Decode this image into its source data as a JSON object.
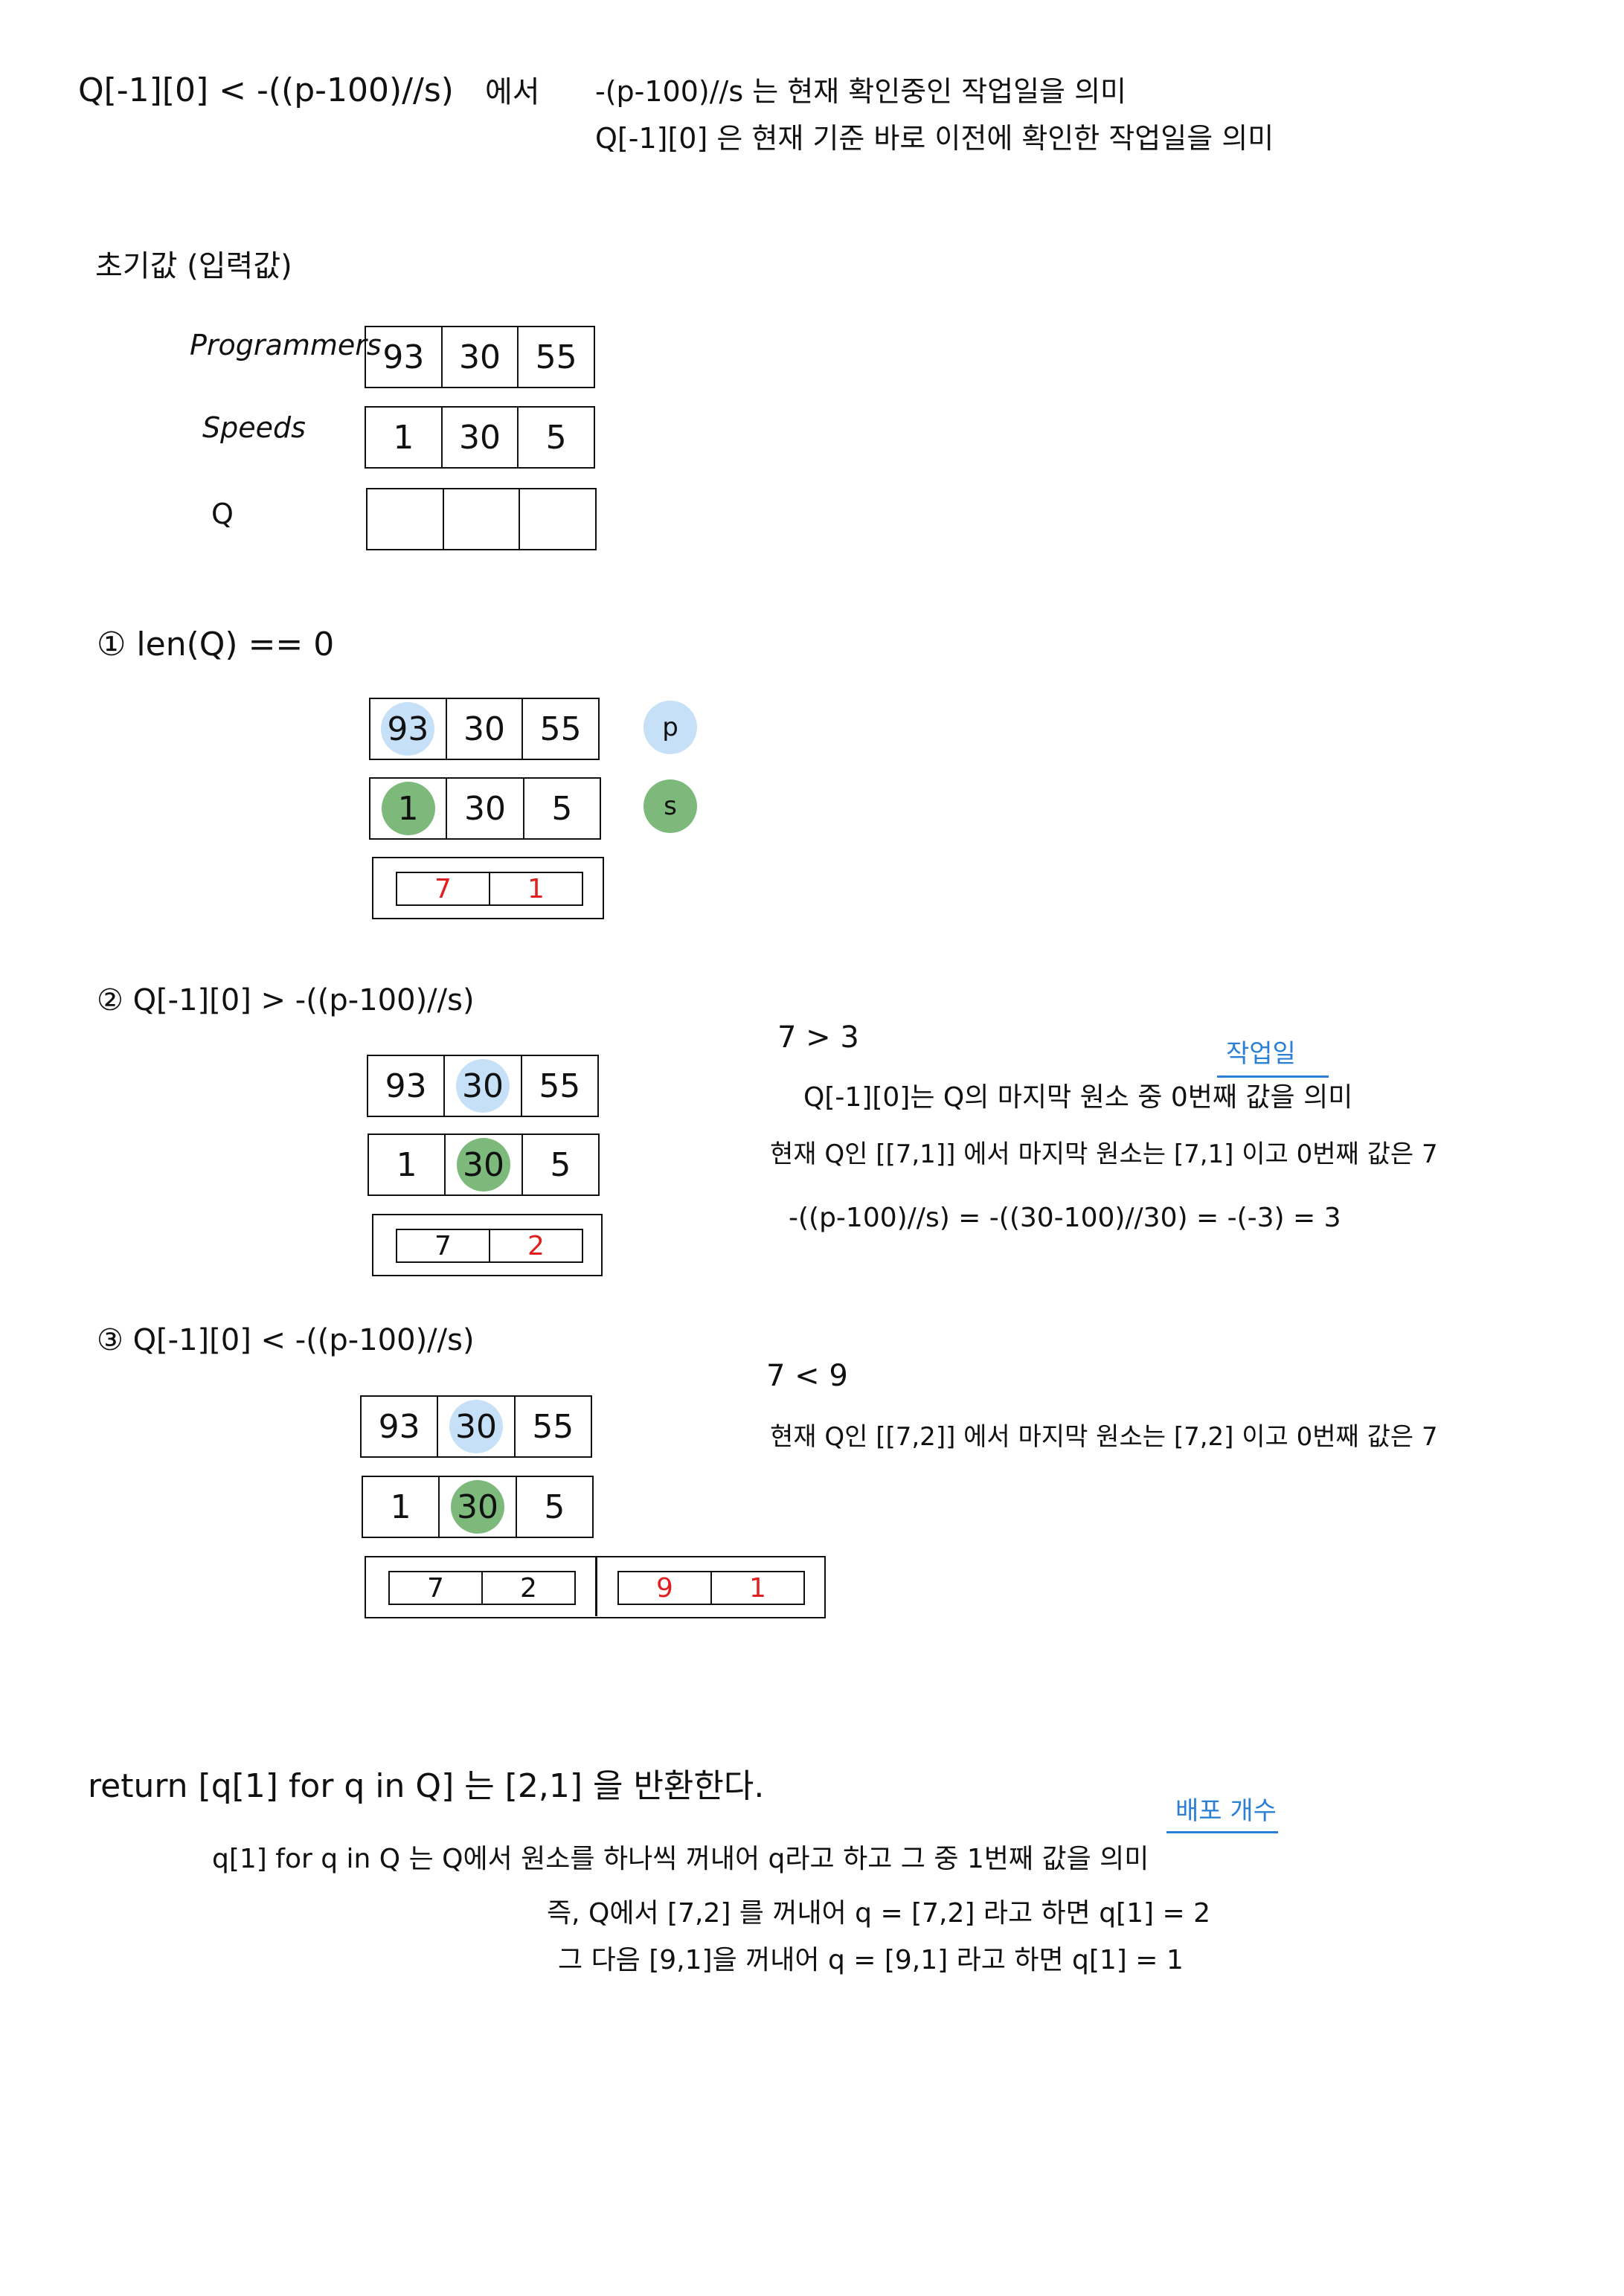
{
  "header": {
    "line1_left": "Q[-1][0] < -((p-100)//s)",
    "line1_mid": "에서",
    "line1_right": "-(p-100)//s 는 현재 확인중인 작업일을 의미",
    "line2": "Q[-1][0] 은 현재 기준 바로 이전에 확인한 작업일을 의미"
  },
  "init": {
    "title": "초기값 (입력값)",
    "labels": {
      "progresses": "Programmers",
      "speeds": "Speeds",
      "q": "Q"
    },
    "progresses": [
      "93",
      "30",
      "55"
    ],
    "speeds": [
      "1",
      "30",
      "5"
    ],
    "q": [
      "",
      "",
      ""
    ]
  },
  "step1": {
    "title": "① len(Q) == 0",
    "progresses": [
      "93",
      "30",
      "55"
    ],
    "speeds": [
      "1",
      "30",
      "5"
    ],
    "q": [
      [
        "7",
        "1"
      ]
    ],
    "legend_p": "p",
    "legend_s": "s",
    "colors": {
      "p": "#c6e0f7",
      "s": "#7cb97a"
    }
  },
  "step2": {
    "title": "② Q[-1][0] > -((p-100)//s)",
    "progresses": [
      "93",
      "30",
      "55"
    ],
    "speeds": [
      "1",
      "30",
      "5"
    ],
    "q": [
      [
        "7",
        "2"
      ]
    ],
    "note_compare": "7 > 3",
    "note_tag": "작업일",
    "note_line1": "Q[-1][0]는 Q의 마지막 원소 중 0번째 값을 의미",
    "note_line2": "현재 Q인 [[7,1]] 에서 마지막 원소는 [7,1] 이고 0번째 값은 7",
    "note_line3": "-((p-100)//s) = -((30-100)//30) = -(-3) = 3"
  },
  "step3": {
    "title": "③ Q[-1][0] < -((p-100)//s)",
    "progresses": [
      "93",
      "30",
      "55"
    ],
    "speeds": [
      "1",
      "30",
      "5"
    ],
    "q": [
      [
        "7",
        "2"
      ],
      [
        "9",
        "1"
      ]
    ],
    "note_compare": "7 < 9",
    "note_line1": "현재 Q인 [[7,2]] 에서 마지막 원소는 [7,2] 이고 0번째 값은 7"
  },
  "footer": {
    "line1": "return [q[1] for q in Q] 는   [2,1] 을 반환한다.",
    "tag": "배포 개수",
    "line2": "q[1] for q in Q 는 Q에서 원소를 하나씩 꺼내어 q라고 하고 그 중 1번째 값을 의미",
    "line3": "즉, Q에서 [7,2] 를 꺼내어 q = [7,2] 라고 하면   q[1] = 2",
    "line4": "그 다음   [9,1]을 꺼내어   q = [9,1] 라고 하면   q[1] = 1"
  }
}
